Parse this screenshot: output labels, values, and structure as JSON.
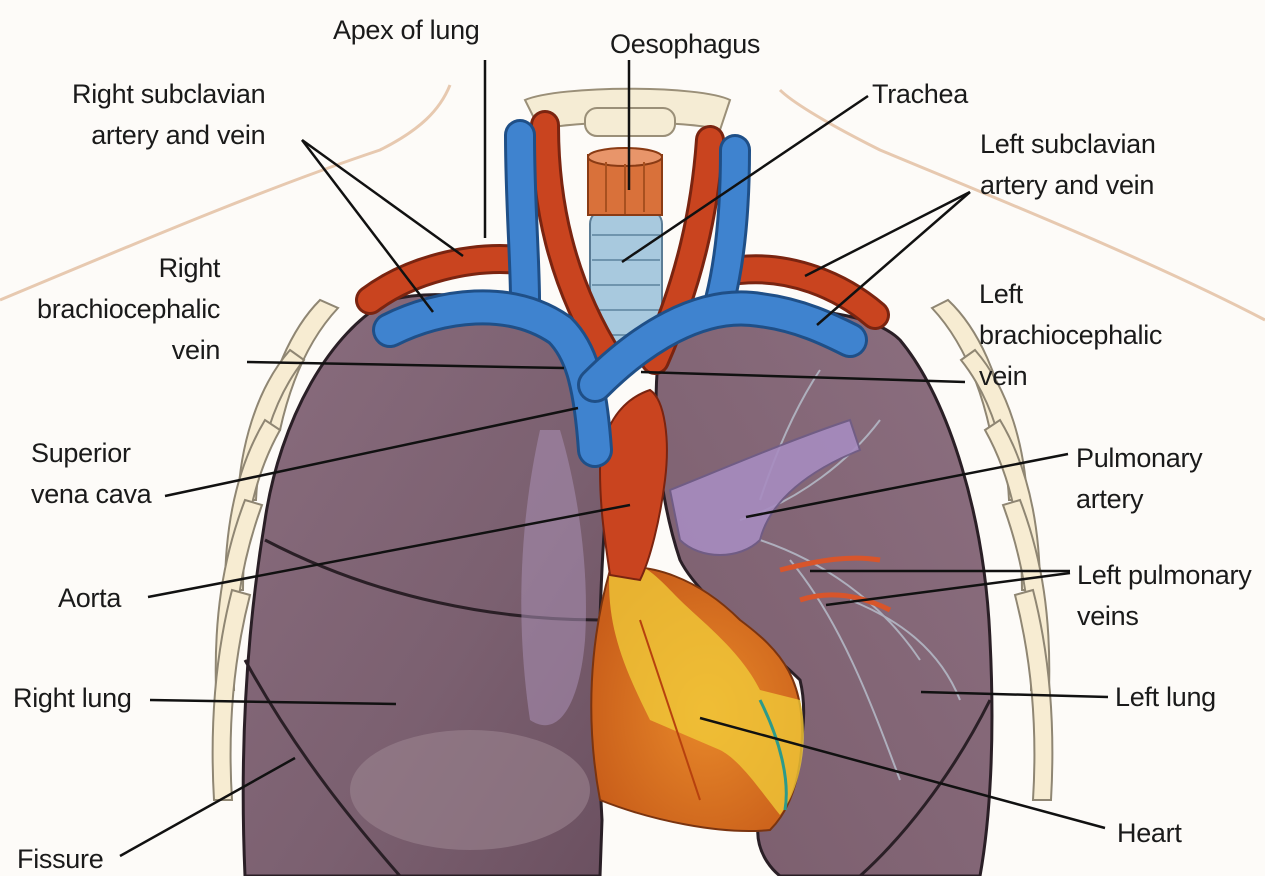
{
  "labels": {
    "apex": [
      "Apex of lung"
    ],
    "oesophagus": [
      "Oesophagus"
    ],
    "trachea": [
      "Trachea"
    ],
    "right_subclavian": [
      "Right subclavian",
      "artery and vein"
    ],
    "left_subclavian": [
      "Left subclavian",
      "artery and vein"
    ],
    "right_brachio": [
      "Right",
      "brachiocephalic",
      "vein"
    ],
    "left_brachio": [
      "Left",
      "brachiocephalic",
      "vein"
    ],
    "svc": [
      "Superior",
      "vena cava"
    ],
    "pulmonary_artery": [
      "Pulmonary",
      "artery"
    ],
    "aorta": [
      "Aorta"
    ],
    "left_pulm_veins": [
      "Left pulmonary",
      "veins"
    ],
    "right_lung": [
      "Right lung"
    ],
    "left_lung": [
      "Left lung"
    ],
    "heart": [
      "Heart"
    ],
    "fissure": [
      "Fissure"
    ]
  },
  "colors": {
    "artery": "#c9441f",
    "vein": "#3f83cf",
    "lung": "#7d6272",
    "heart": "#d9761f",
    "fat": "#f2cf3a",
    "trachea": "#a8c9de",
    "skin_outline": "#e7c9b0",
    "leader": "#111111"
  }
}
